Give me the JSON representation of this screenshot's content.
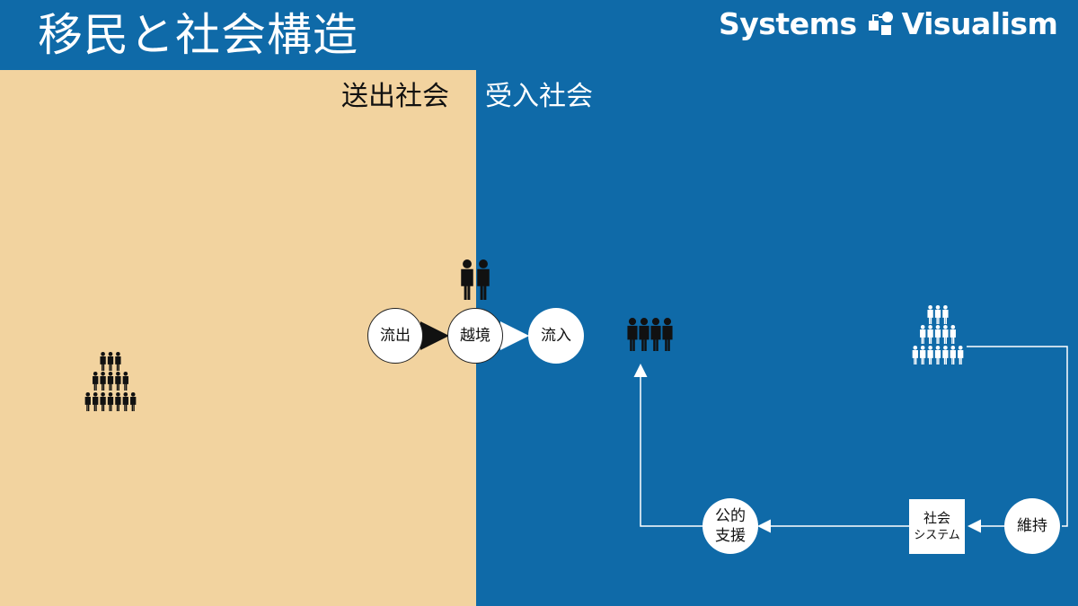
{
  "header": {
    "title": "移民と社会構造",
    "brand_left": "Systems",
    "brand_right": "Visualism"
  },
  "regions": {
    "sending_label": "送出社会",
    "receiving_label": "受入社会"
  },
  "nodes": {
    "outflow": "流出",
    "crossing": "越境",
    "inflow": "流入",
    "maintenance": "維持",
    "social_system_line1": "社会",
    "social_system_line2": "システム",
    "public_support_line1": "公的",
    "public_support_line2": "支援"
  },
  "colors": {
    "sending_bg": "#f2d39f",
    "receiving_bg": "#0f6aa8",
    "black": "#111111",
    "white": "#ffffff"
  },
  "icons": [
    "people-pyramid-icon",
    "migrant-pair-icon",
    "migrant-group-icon",
    "logo-icon"
  ]
}
